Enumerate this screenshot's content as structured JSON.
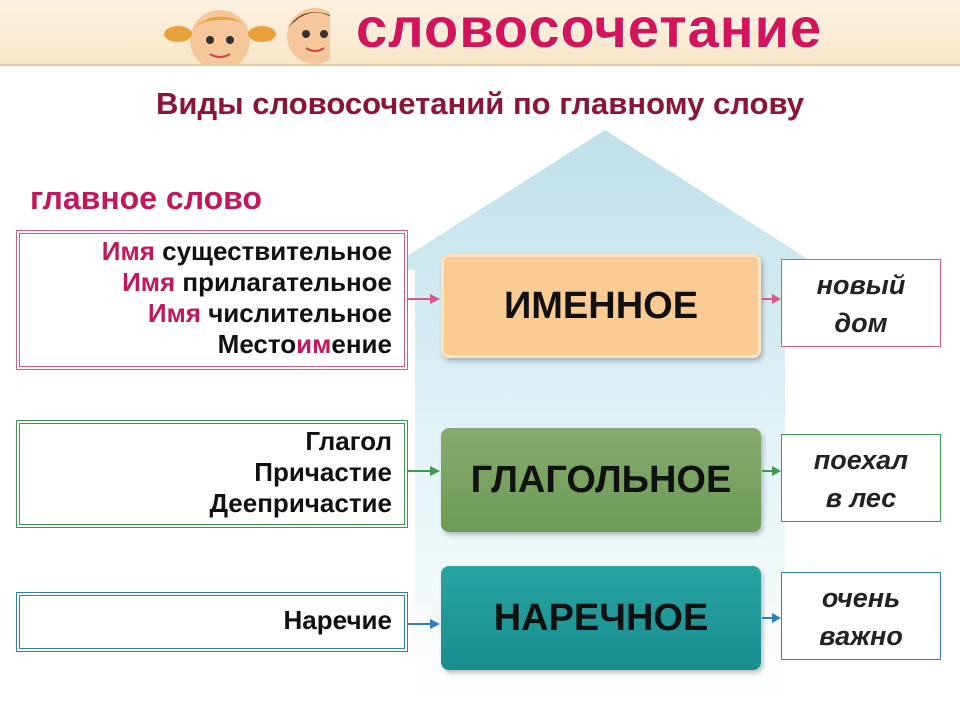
{
  "header": {
    "title": "словосочетание"
  },
  "subtitle": "Виды словосочетаний по главному слову",
  "main_word_label": "главное слово",
  "groups": [
    {
      "lines": [
        {
          "hl": "Имя",
          "rest": " существительное"
        },
        {
          "hl": "Имя",
          "rest": " прилагательное"
        },
        {
          "hl": "Имя",
          "rest": " числительное"
        },
        {
          "pre": "Место",
          "hl": "им",
          "post": "ение"
        }
      ],
      "category": "ИМЕННОЕ",
      "example": [
        "новый",
        "дом"
      ]
    },
    {
      "lines": [
        "Глагол",
        "Причастие",
        "Деепричастие"
      ],
      "category": "ГЛАГОЛЬНОЕ",
      "example": [
        "поехал",
        "в лес"
      ]
    },
    {
      "lines": [
        "Наречие"
      ],
      "category": "НАРЕЧНОЕ",
      "example": [
        "очень",
        "важно"
      ]
    }
  ],
  "colors": {
    "title": "#d4145a",
    "noun": "#fbcb94",
    "verb": "#6e9a58",
    "adverb": "#1a8e8e",
    "pink_border": "#d8588a",
    "green_border": "#3f9a4b",
    "blue_border": "#2f7fc3"
  }
}
